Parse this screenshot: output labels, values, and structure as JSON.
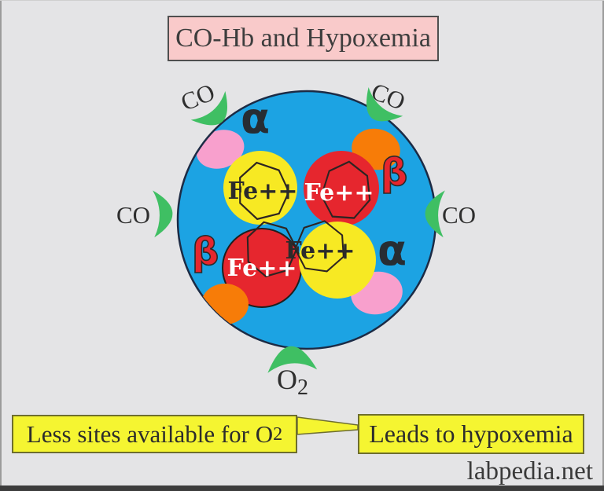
{
  "title": "CO-Hb and Hypoxemia",
  "hemoglobin": {
    "subunits": [
      {
        "position": "top-left",
        "label": "α"
      },
      {
        "position": "top-right",
        "label": "β"
      },
      {
        "position": "bottom-left",
        "label": "β"
      },
      {
        "position": "bottom-right",
        "label": "α"
      }
    ],
    "heme_groups": [
      {
        "position": "top-left",
        "label": "Fe++",
        "fill": "yellow"
      },
      {
        "position": "top-right",
        "label": "Fe++",
        "fill": "red"
      },
      {
        "position": "bottom-left",
        "label": "Fe++",
        "fill": "red"
      },
      {
        "position": "bottom-right",
        "label": "Fe++",
        "fill": "yellow"
      }
    ],
    "co_labels": [
      {
        "position": "top-left",
        "text": "CO"
      },
      {
        "position": "top-right",
        "text": "CO"
      },
      {
        "position": "left",
        "text": "CO"
      },
      {
        "position": "right",
        "text": "CO"
      }
    ],
    "o2_label": {
      "symbol": "O",
      "subscript": "2"
    }
  },
  "callouts": {
    "left": {
      "text": "Less sites available for O",
      "subscript": "2"
    },
    "right": {
      "text": "Leads to hypoxemia"
    }
  },
  "watermark": "labpedia.net",
  "colors": {
    "background": "#e4e4e6",
    "cell_blue": "#1ca3e3",
    "cell_outline": "#1c2b45",
    "heme_yellow": "#f7e923",
    "heme_red": "#e6262e",
    "oval_pink": "#f8a0cd",
    "oval_orange": "#f77c08",
    "co_green": "#3fbf63",
    "heptagon_stroke": "#2d2422",
    "title_bg": "#f9caca",
    "title_border": "#4f4f4f",
    "callout_bg": "#f5f531",
    "callout_border": "#6e6e2e",
    "text_dark": "#2e2e2e",
    "fe_text_light": "#ffffff",
    "bottom_bar": "#3c3c3c"
  }
}
